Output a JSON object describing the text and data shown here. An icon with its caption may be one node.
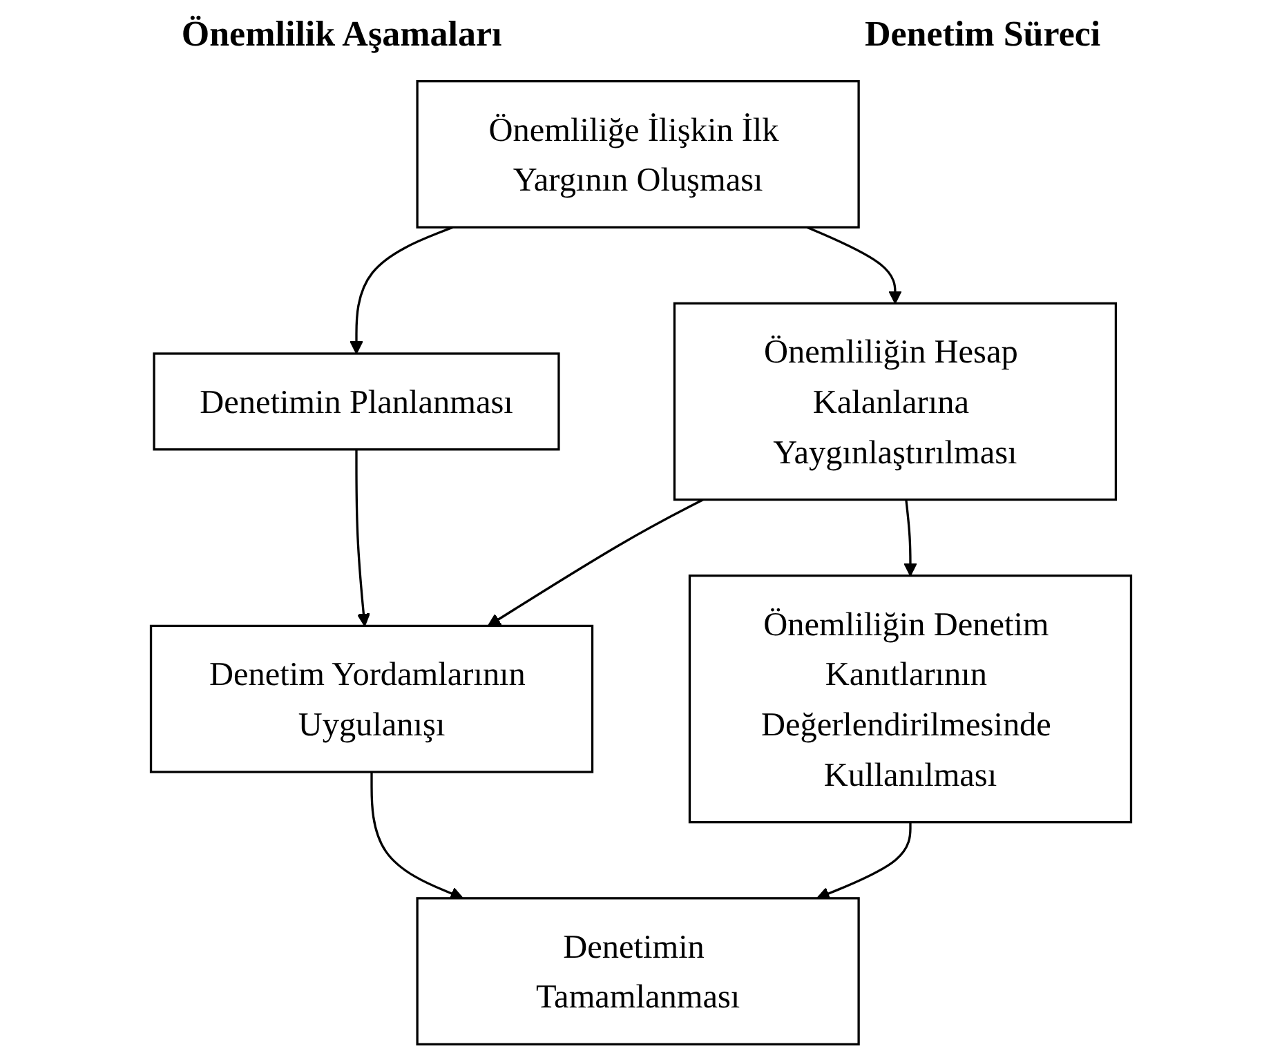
{
  "diagram": {
    "nodes": [
      {
        "text": [
          "Önemliliğe İlişkin İlk Yargının Oluşması"
        ]
      },
      {
        "text": [
          "Denetimin Planlanması"
        ]
      },
      {
        "text": [
          "Önemliliğin Hesap Kalanlarına Yaygınlaştırılması"
        ]
      },
      {
        "text": [
          "Denetim Yordamlarının Uygulanışı"
        ]
      },
      {
        "text": [
          "Önemliliğin Denetim Kanıtlarının Değerlendirilmesinde Kullanılması"
        ]
      },
      {
        "text": [
          "Denetimin Tamamlanması"
        ]
      }
    ],
    "edges": [
      {
        "from": 0,
        "to": 1,
        "arrow": "to"
      },
      {
        "from": 0,
        "to": 2,
        "arrow": "to"
      },
      {
        "from": 1,
        "to": 3,
        "arrow": "to"
      },
      {
        "from": 2,
        "to": 3,
        "arrow": "to"
      },
      {
        "from": 2,
        "to": 4,
        "arrow": "to"
      },
      {
        "from": 3,
        "to": 5,
        "arrow": "to"
      },
      {
        "from": 4,
        "to": 5,
        "arrow": "to"
      }
    ],
    "labels": [
      "Önemlilik Aşamaları",
      "Denetim Süreci"
    ]
  }
}
